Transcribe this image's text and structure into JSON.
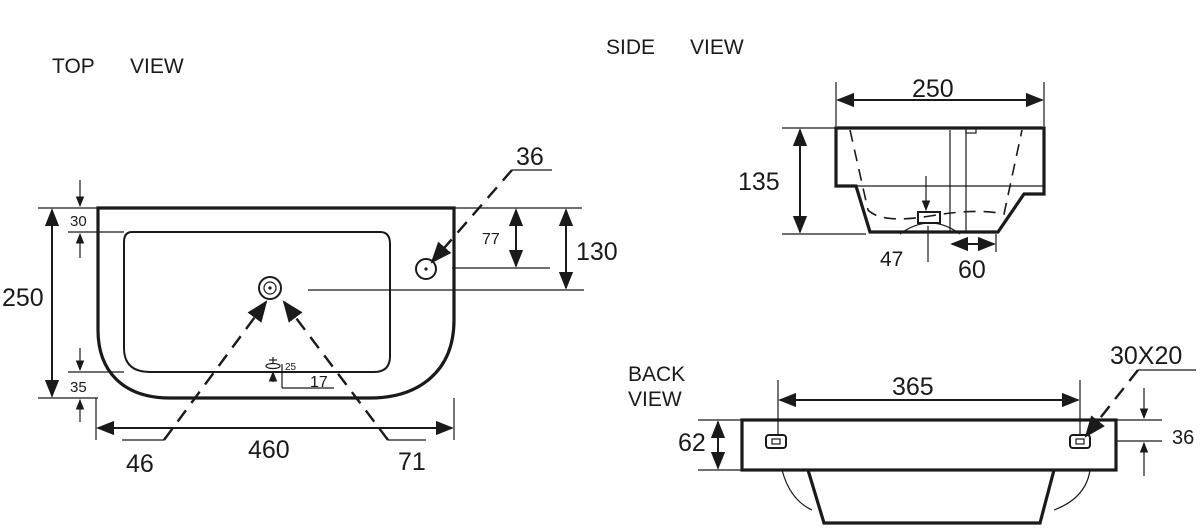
{
  "views": {
    "top": {
      "title_a": "TOP",
      "title_b": "VIEW",
      "dims": {
        "overall_depth": "250",
        "top_margin": "30",
        "bottom_margin": "35",
        "width": "460",
        "tap_hole_offset": "77",
        "waste_offset": "130",
        "tap_hole_dia": "36",
        "waste_dia_left": "46",
        "waste_dia_right": "71",
        "overflow_small": "25",
        "overflow_width": "17"
      }
    },
    "side": {
      "title_a": "SIDE",
      "title_b": "VIEW",
      "dims": {
        "depth": "250",
        "height": "135",
        "bottom_offset": "47",
        "bottom_width": "60"
      }
    },
    "back": {
      "title_a": "BACK",
      "title_b": "VIEW",
      "dims": {
        "hole_spacing": "365",
        "hole_size": "30X20",
        "height": "62",
        "hole_offset": "36"
      }
    }
  }
}
